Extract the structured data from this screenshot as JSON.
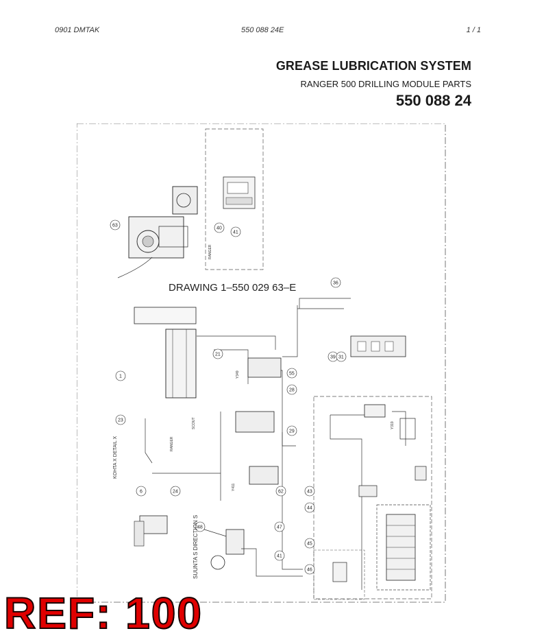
{
  "header": {
    "left": "0901  DMTAK",
    "center": "550 088 24E",
    "right": "1 / 1"
  },
  "title": {
    "main": "GREASE LUBRICATION SYSTEM",
    "sub": "RANGER 500 DRILLING MODULE PARTS",
    "part_number": "550 088 24"
  },
  "drawing": {
    "label": "DRAWING 1–550 029 63–E",
    "callouts": [
      "63",
      "40",
      "41",
      "1",
      "23",
      "21",
      "24",
      "6",
      "55",
      "28",
      "29",
      "62",
      "43",
      "41",
      "44",
      "45",
      "46",
      "47",
      "48",
      "39",
      "31",
      "36"
    ],
    "labels": {
      "ranger": "RANGER",
      "scout": "SCOUT",
      "detail": "KOHTA X DETAIL X",
      "direction": "SUUNTA S DIRECTION S",
      "y349": "Y349",
      "y411": "Y411",
      "y319": "Y319"
    }
  },
  "ref": "REF: 100"
}
